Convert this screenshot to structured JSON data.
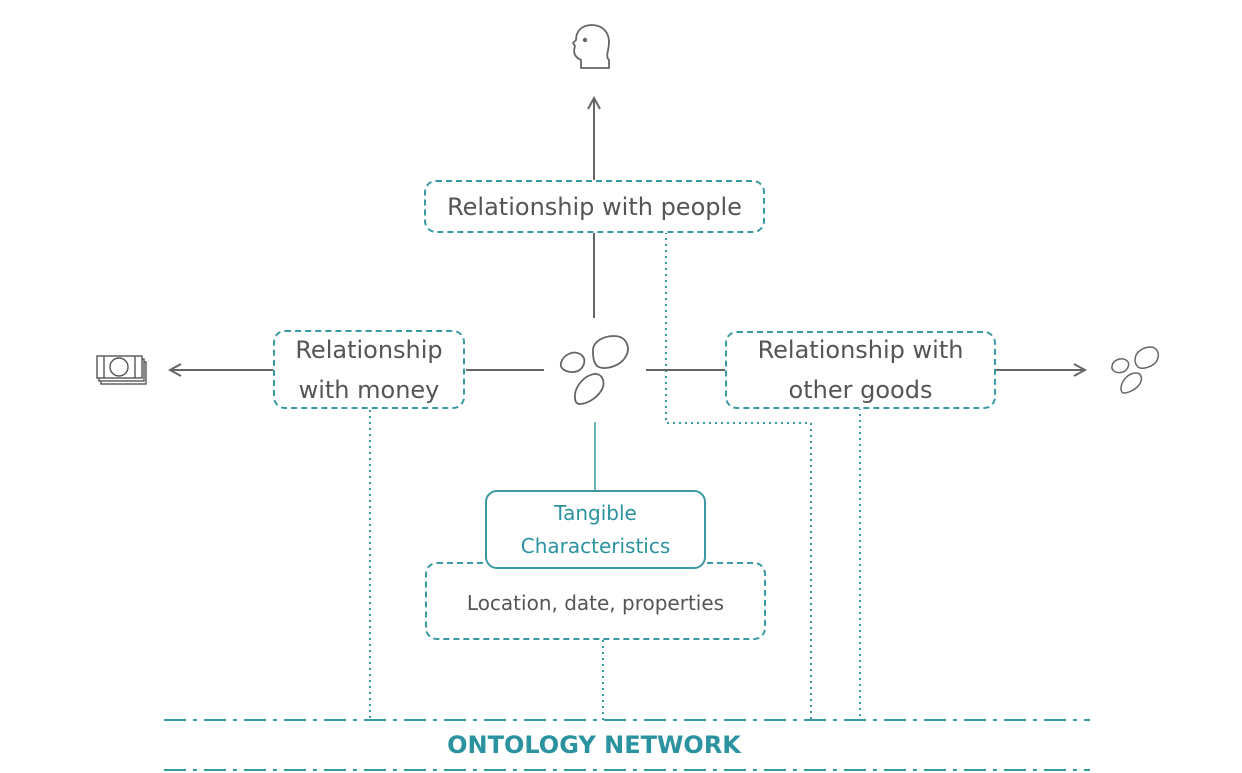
{
  "nodes": {
    "people": "Relationship with people",
    "money": [
      "Relationship",
      "with money"
    ],
    "goods": [
      "Relationship with",
      "other goods"
    ],
    "tangible": [
      "Tangible",
      "Characteristics"
    ],
    "details": "Location, date, properties"
  },
  "network_label": "ONTOLOGY NETWORK",
  "icons": [
    "person-head-icon",
    "money-bills-icon",
    "goods-pebbles-icon",
    "other-goods-pebbles-icon"
  ],
  "colors": {
    "accent": "#3a9aa3",
    "text": "#555555",
    "line": "#666666"
  }
}
